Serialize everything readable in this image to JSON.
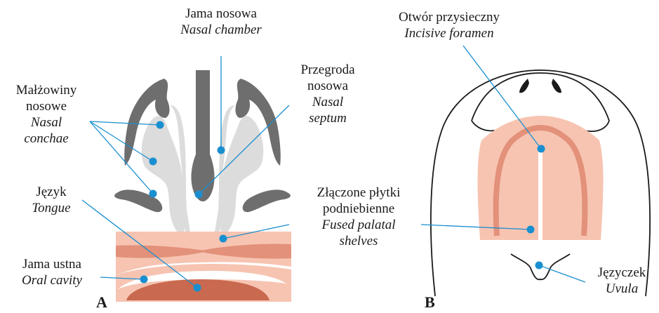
{
  "panels": {
    "a": "A",
    "b": "B"
  },
  "labels": {
    "nasal_chamber": {
      "pl": "Jama nosowa",
      "en": "Nasal chamber"
    },
    "nasal_conchae": {
      "pl1": "Małżowiny",
      "pl2": "nosowe",
      "en1": "Nasal",
      "en2": "conchae"
    },
    "nasal_septum": {
      "pl1": "Przegroda",
      "pl2": "nosowa",
      "en1": "Nasal",
      "en2": "septum"
    },
    "tongue": {
      "pl": "Język",
      "en": "Tongue"
    },
    "oral_cavity": {
      "pl": "Jama ustna",
      "en": "Oral cavity"
    },
    "fused_palatal": {
      "pl1": "Złączone płytki",
      "pl2": "podniebienne",
      "en1": "Fused palatal",
      "en2": "shelves"
    },
    "incisive_foramen": {
      "pl": "Otwór przysieczny",
      "en": "Incisive foramen"
    },
    "uvula": {
      "pl": "Języczek",
      "en": "Uvula"
    }
  },
  "colors": {
    "leader": "#1a8fd0",
    "bone": "#6e6e6e",
    "cartilage": "#dcdcdc",
    "palate_light": "#f7c4b2",
    "palate_mid": "#e3917a",
    "tongue": "#c9694f",
    "outline": "#1a1a1a"
  }
}
